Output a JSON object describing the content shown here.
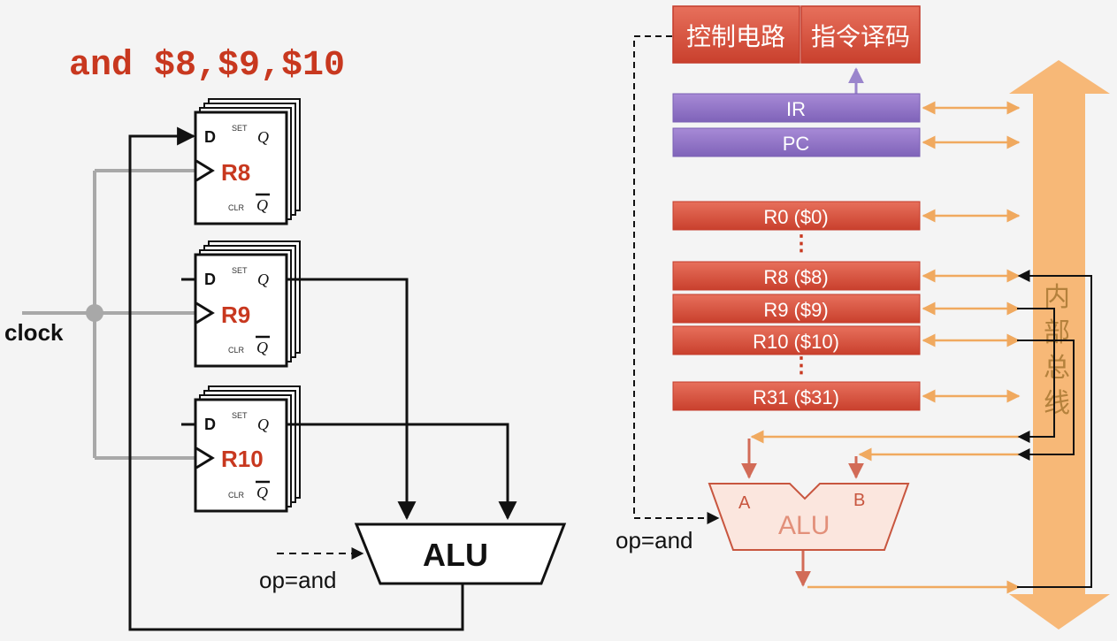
{
  "instruction": "and $8,$9,$10",
  "left_circuit": {
    "clock_label": "clock",
    "flipflop_pins": {
      "d": "D",
      "set": "SET",
      "q": "Q",
      "clr": "CLR",
      "qbar": "Q"
    },
    "registers": [
      {
        "name": "R8"
      },
      {
        "name": "R9"
      },
      {
        "name": "R10"
      }
    ],
    "alu_label": "ALU",
    "op_label": "op=and"
  },
  "right_datapath": {
    "control": {
      "circuit": "控制电路",
      "decode": "指令译码"
    },
    "ir_label": "IR",
    "pc_label": "PC",
    "registers": [
      "R0 ($0)",
      "R8 ($8)",
      "R9 ($9)",
      "R10 ($10)",
      "R31 ($31)"
    ],
    "ellipsis": "⋮",
    "alu_label": "ALU",
    "alu_input_a": "A",
    "alu_input_b": "B",
    "op_label": "op=and",
    "bus_label": [
      "内",
      "部",
      "总",
      "线"
    ]
  },
  "colors": {
    "instruction_text": "#c8381f",
    "register_fill": "#d9513e",
    "purple_fill": "#9576c9",
    "bus_orange": "#f7b877",
    "wire_gray": "#a8a8a8",
    "alu_right_outline": "#c8563f"
  }
}
